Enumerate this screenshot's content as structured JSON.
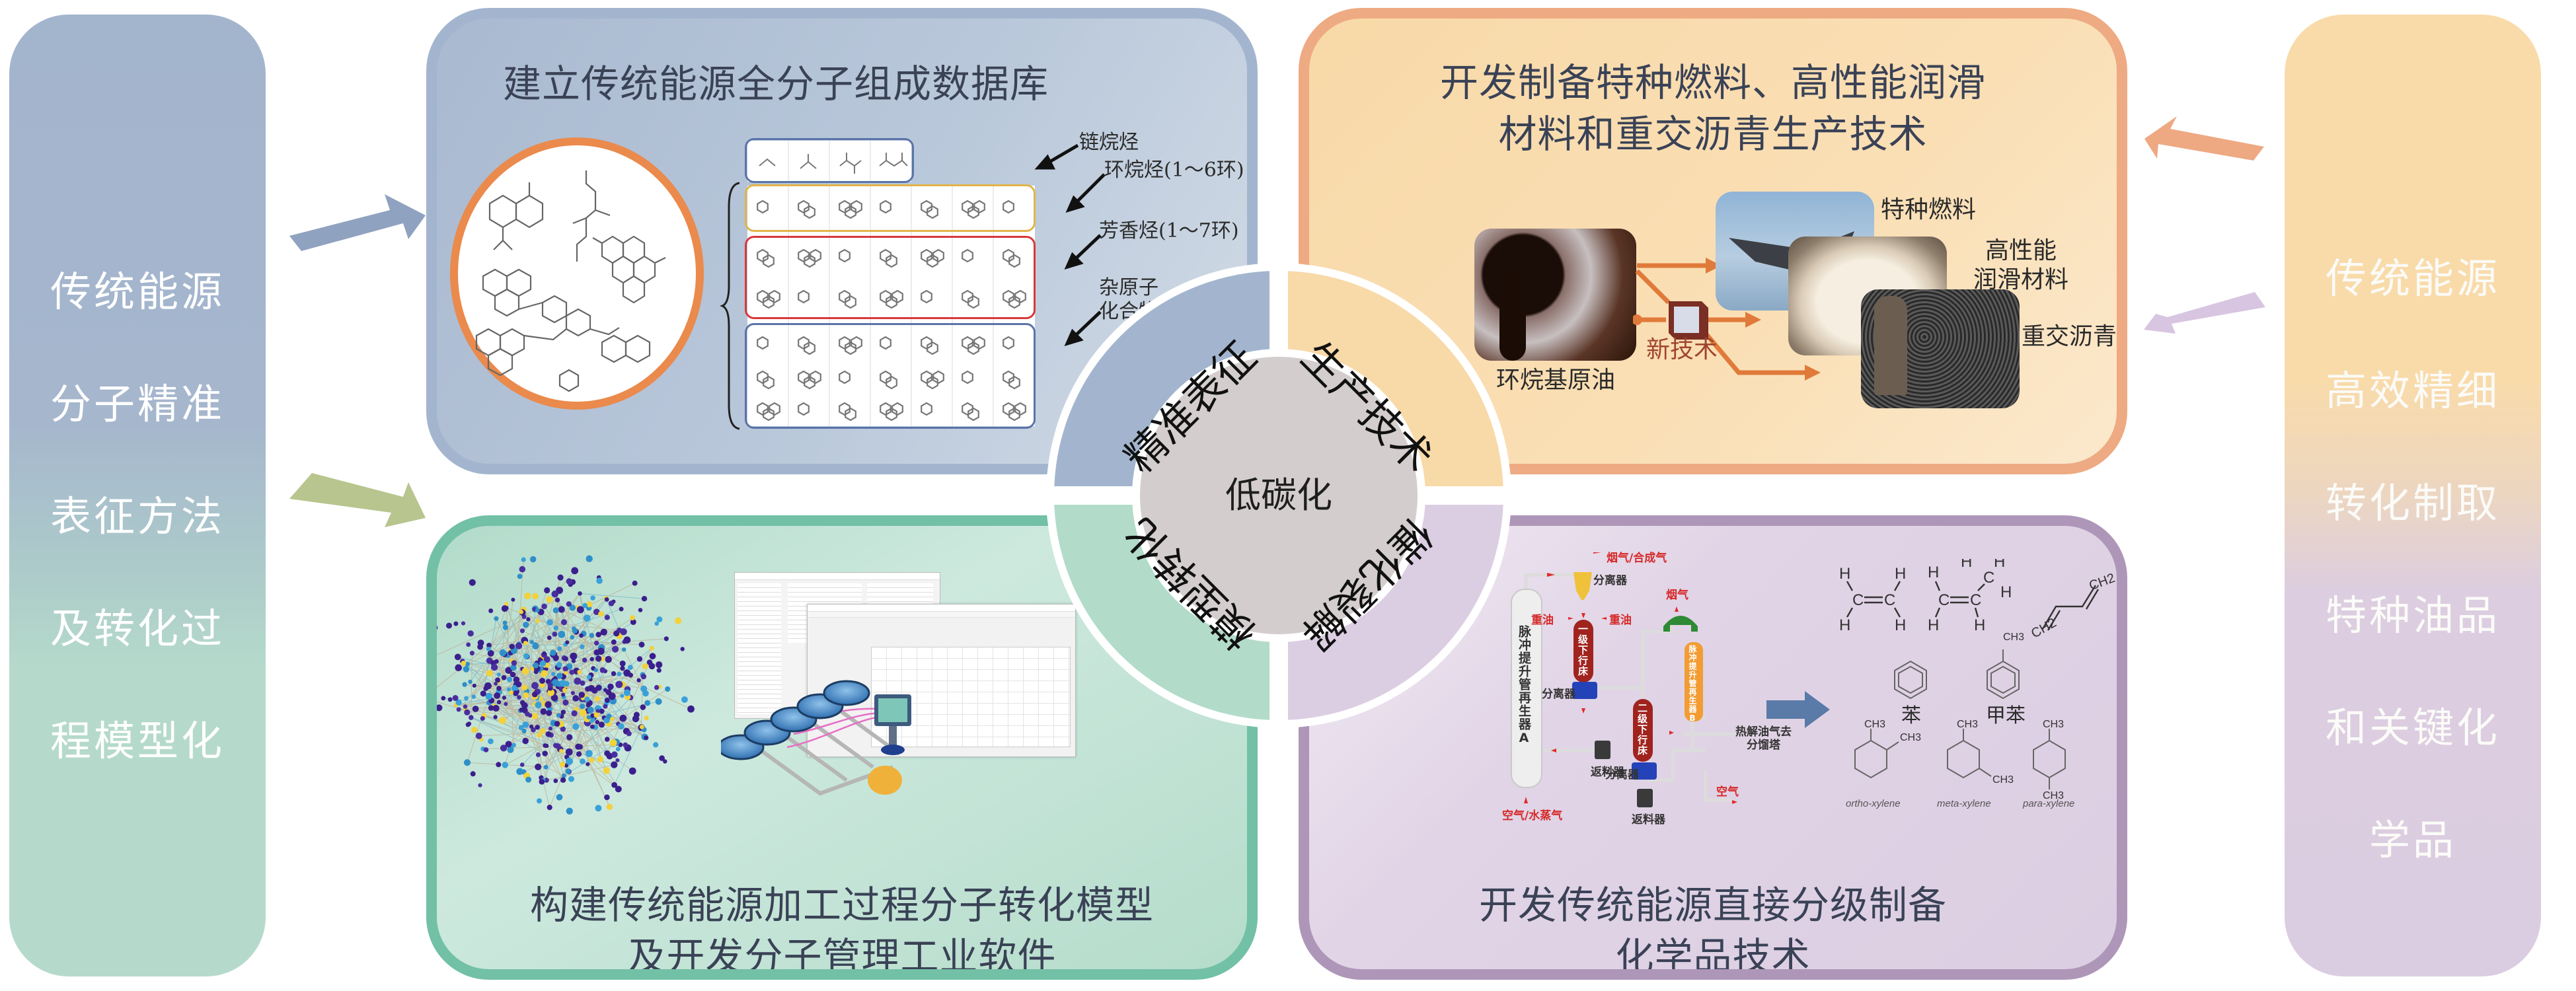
{
  "left_pillar": {
    "lines": [
      "传统能源",
      "分子精准",
      "表征方法",
      "及转化过",
      "程模型化"
    ],
    "colors": {
      "top": "#a3b4cd",
      "bottom": "#b5dacb"
    }
  },
  "right_pillar": {
    "lines": [
      "传统能源",
      "高效精细",
      "转化制取",
      "特种油品",
      "和关键化",
      "学品"
    ],
    "colors": {
      "top": "#f9dbaa",
      "bottom": "#dbcde1"
    }
  },
  "center": {
    "label": "低碳化",
    "color": "#d3cecd",
    "segments": [
      {
        "label": "精准表征",
        "quadrant": "top-left",
        "color": "#a3b5ce"
      },
      {
        "label": "生产技术",
        "quadrant": "top-right",
        "color": "#f8d9a8"
      },
      {
        "label": "模型转化",
        "quadrant": "bottom-left",
        "color": "#b2dbca"
      },
      {
        "label": "催化裂解",
        "quadrant": "bottom-right",
        "color": "#dccee2"
      }
    ]
  },
  "panels": {
    "top_left": {
      "title": "建立传统能源全分子组成数据库",
      "border_color": "#a3b5ce",
      "categories": [
        {
          "label": "链烷烃",
          "box_color": "#5a74a8"
        },
        {
          "label": "环烷烃(1～6环)",
          "box_color": "#e2b54a"
        },
        {
          "label": "芳香烃(1～7环)",
          "box_color": "#d9383a"
        },
        {
          "label_lines": [
            "杂原子",
            "化合物"
          ],
          "box_color": "#5a74a8"
        }
      ],
      "molecule_circle_color": "#ea8a4c"
    },
    "top_right": {
      "title_lines": [
        "开发制备特种燃料、高性能润滑",
        "材料和重交沥青生产技术"
      ],
      "border_color": "#eeaa82",
      "feedstock": "环烷基原油",
      "process": "新技术",
      "products": [
        {
          "label_lines": [
            "特种燃料"
          ]
        },
        {
          "label_lines": [
            "高性能",
            "润滑材料"
          ]
        },
        {
          "label_lines": [
            "重交沥青"
          ]
        }
      ],
      "arrow_color": "#e07a3a",
      "process_color": "#a0442e"
    },
    "bottom_left": {
      "title_lines": [
        "构建传统能源加工过程分子转化模型",
        "及开发分子管理工业软件"
      ],
      "border_color": "#72c0a6"
    },
    "bottom_right": {
      "title_lines": [
        "开发传统能源直接分级制备",
        "化学品技术"
      ],
      "border_color": "#ae96b9",
      "process_diagram": {
        "regenerator_a": "脉冲提升管再生器A",
        "regenerator_b": "脉冲提升管再生器B",
        "downer_1": "一级下行床",
        "downer_2": "二级下行床",
        "separator": "分离器",
        "return_feeder": "返料器",
        "flue_syngas": "烟气/合成气",
        "flue_gas": "烟气",
        "heavy_oil": "重油",
        "air_steam": "空气/水蒸气",
        "air": "空气",
        "pyrolysis_out_lines": [
          "热解油气去",
          "分馏塔"
        ]
      },
      "products": {
        "benzene": "苯",
        "toluene": "甲苯",
        "methyl_label": "CH3",
        "ch2_label": "CH2",
        "xylenes": [
          "ortho-xylene",
          "meta-xylene",
          "para-xylene"
        ]
      }
    }
  },
  "arrows": [
    {
      "from": "left_pillar",
      "to": "top_left",
      "color": "#8fa2bf"
    },
    {
      "from": "left_pillar",
      "to": "bottom_left",
      "color": "#b8c58e"
    },
    {
      "from": "right_pillar",
      "to": "top_right",
      "color": "#eea882"
    },
    {
      "from": "right_pillar",
      "to": "bottom_right",
      "color": "#d8c5e1"
    }
  ]
}
